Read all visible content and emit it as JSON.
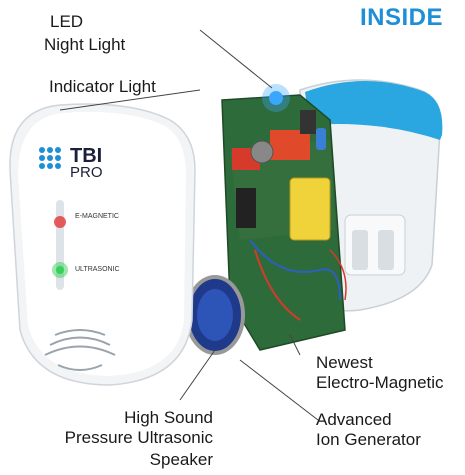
{
  "header": {
    "inside": "INSIDE"
  },
  "labels": {
    "led_line1": "LED",
    "led_line2": "Night Light",
    "indicator": "Indicator Light",
    "newest_line1": "Newest",
    "newest_line2": "Electro-Magnetic",
    "advanced_line1": "Advanced",
    "advanced_line2": "Ion Generator",
    "speaker_line1": "High Sound",
    "speaker_line2": "Pressure Ultrasonic",
    "speaker_line3": "Speaker"
  },
  "device": {
    "brand_tbi": "TBI",
    "brand_pro": "PRO",
    "emag_label": "E-MAGNETIC",
    "ultra_label": "ULTRASONIC"
  },
  "colors": {
    "accent_blue": "#1d8fd6",
    "housing_blue": "#2aa6e0",
    "pcb_green": "#2e6b3a",
    "indicator_green": "#37d05a",
    "indicator_red": "#e23636",
    "led_blue": "#3aa7ff"
  }
}
